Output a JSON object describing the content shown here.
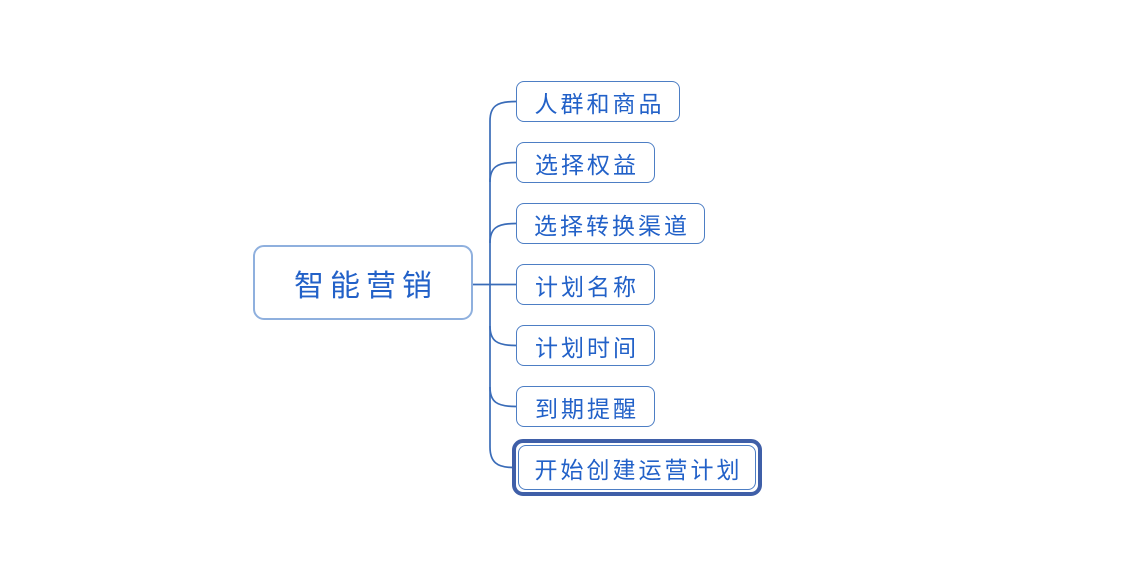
{
  "mindmap": {
    "root": {
      "label": "智能营销"
    },
    "children": [
      {
        "label": "人群和商品",
        "selected": false
      },
      {
        "label": "选择权益",
        "selected": false
      },
      {
        "label": "选择转换渠道",
        "selected": false
      },
      {
        "label": "计划名称",
        "selected": false
      },
      {
        "label": "计划时间",
        "selected": false
      },
      {
        "label": "到期提醒",
        "selected": false
      },
      {
        "label": "开始创建运营计划",
        "selected": true
      }
    ]
  },
  "colors": {
    "node_text": "#2261c8",
    "child_border": "#4d7ec4",
    "root_border": "#8fb0de",
    "connector": "#3a6cb8",
    "selection_ring": "#3f5fa8",
    "background": "#ffffff"
  }
}
